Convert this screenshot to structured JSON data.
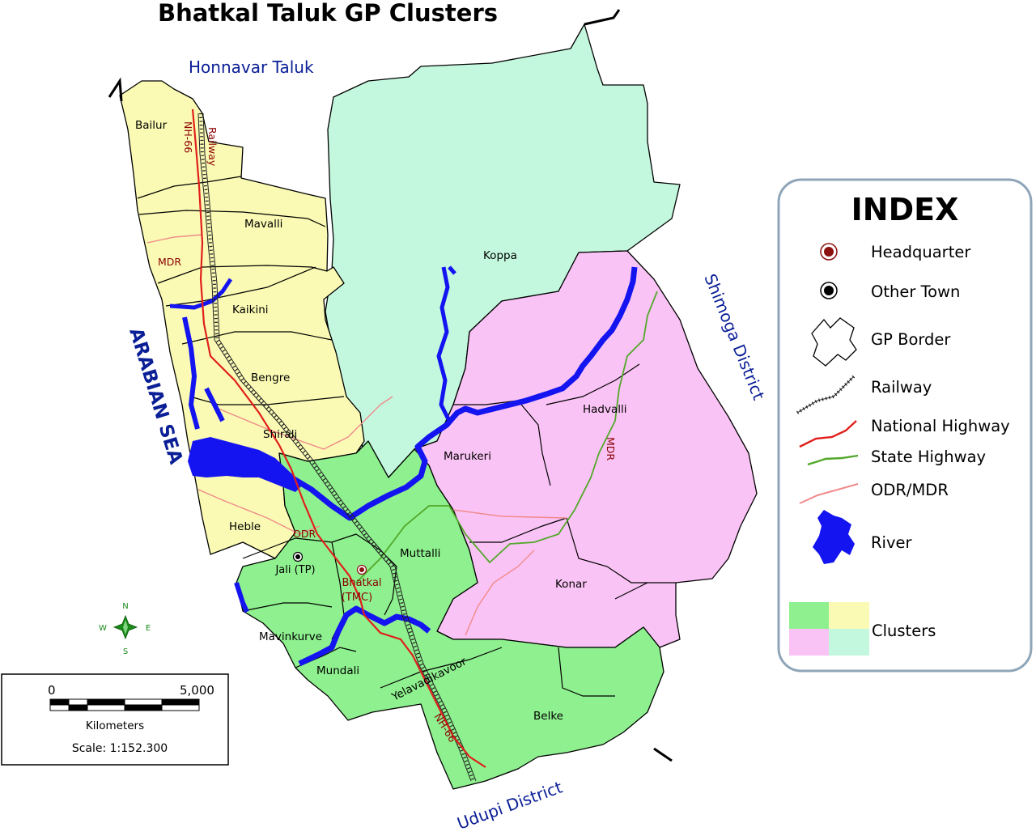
{
  "title": "Bhatkal Taluk GP Clusters",
  "boundaries": {
    "north": "Honnavar Taluk",
    "west": "ARABIAN SEA",
    "east": "Shimoga District",
    "south": "Udupi District"
  },
  "gram_panchayats": {
    "bailur": "Bailur",
    "mavalli": "Mavalli",
    "kaikini": "Kaikini",
    "bengre": "Bengre",
    "shirali": "Shirali",
    "heble": "Heble",
    "koppa": "Koppa",
    "marukeri": "Marukeri",
    "hadvalli": "Hadvalli",
    "konar": "Konar",
    "muttalli": "Muttalli",
    "mavinkurve": "Mavinkurve",
    "mundali": "Mundali",
    "yelavadikavoor": "Yelavadikavoor",
    "belke": "Belke"
  },
  "towns": {
    "headquarter": "Bhatkal",
    "headquarter_sub": "(TMC)",
    "other": "Jali (TP)"
  },
  "route_labels": {
    "nh_north": "NH-66",
    "nh_south": "NH-66",
    "railway": "Railway",
    "mdr_west": "MDR",
    "mdr_east": "MDR",
    "odr": "ODR"
  },
  "compass": {
    "n": "N",
    "s": "S",
    "e": "E",
    "w": "W"
  },
  "scale_bar": {
    "start": "0",
    "end": "5,000",
    "unit": "Kilometers",
    "scale": "Scale: 1:152.300"
  },
  "legend": {
    "title": "INDEX",
    "items": [
      {
        "label": "Headquarter",
        "icon": "headquarter-icon"
      },
      {
        "label": "Other Town",
        "icon": "town-icon"
      },
      {
        "label": "GP Border",
        "icon": "gp-border-icon"
      },
      {
        "label": "Railway",
        "icon": "railway-icon"
      },
      {
        "label": "National Highway",
        "icon": "national-highway-icon"
      },
      {
        "label": "State Highway",
        "icon": "state-highway-icon"
      },
      {
        "label": "ODR/MDR",
        "icon": "odr-mdr-icon"
      },
      {
        "label": "River",
        "icon": "river-icon"
      },
      {
        "label": "Clusters",
        "icon": "clusters-icon"
      }
    ]
  },
  "colors": {
    "cluster_yellow": "#fafab4",
    "cluster_green": "#8ef08e",
    "cluster_pink": "#fac3f5",
    "cluster_mint": "#c3f8de",
    "river": "#1414f0",
    "national_highway": "#e0201c",
    "state_highway": "#52a82a",
    "odr_mdr": "#f08a8a",
    "route_label": "#8b0000",
    "boundary_label": "#0a1e96",
    "compass": "#1a8a1a",
    "legend_border": "#8fa5b8"
  }
}
